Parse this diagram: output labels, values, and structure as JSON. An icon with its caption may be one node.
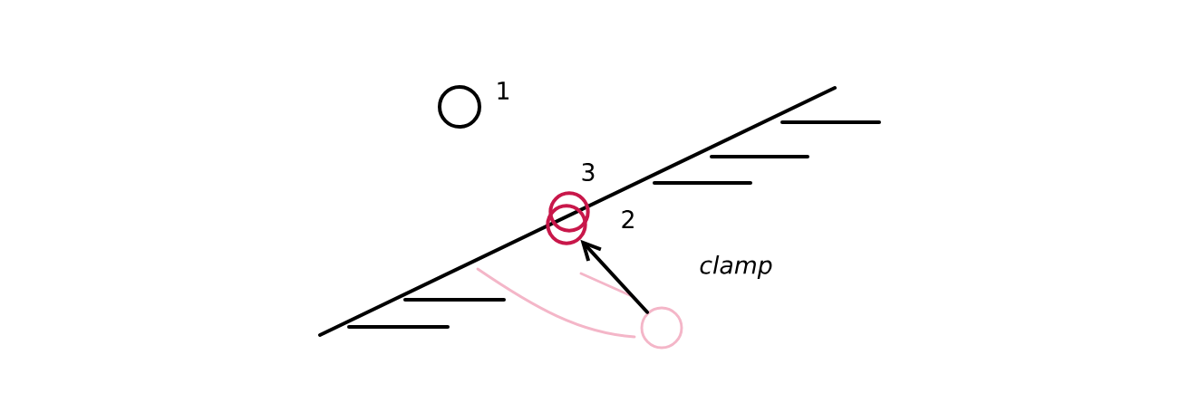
{
  "diagram": {
    "nodes": [
      {
        "text": [],
        "shape": "circle",
        "beside": [
          "1"
        ]
      },
      {
        "text": [],
        "shape": "circle",
        "beside": [
          "3"
        ]
      },
      {
        "text": [],
        "shape": "circle"
      },
      {
        "text": [],
        "shape": "circle"
      }
    ],
    "edges": [
      {
        "from": 3,
        "to": 2,
        "arrow": "to",
        "label": "*clamp*"
      }
    ],
    "labels": [
      "2"
    ]
  }
}
